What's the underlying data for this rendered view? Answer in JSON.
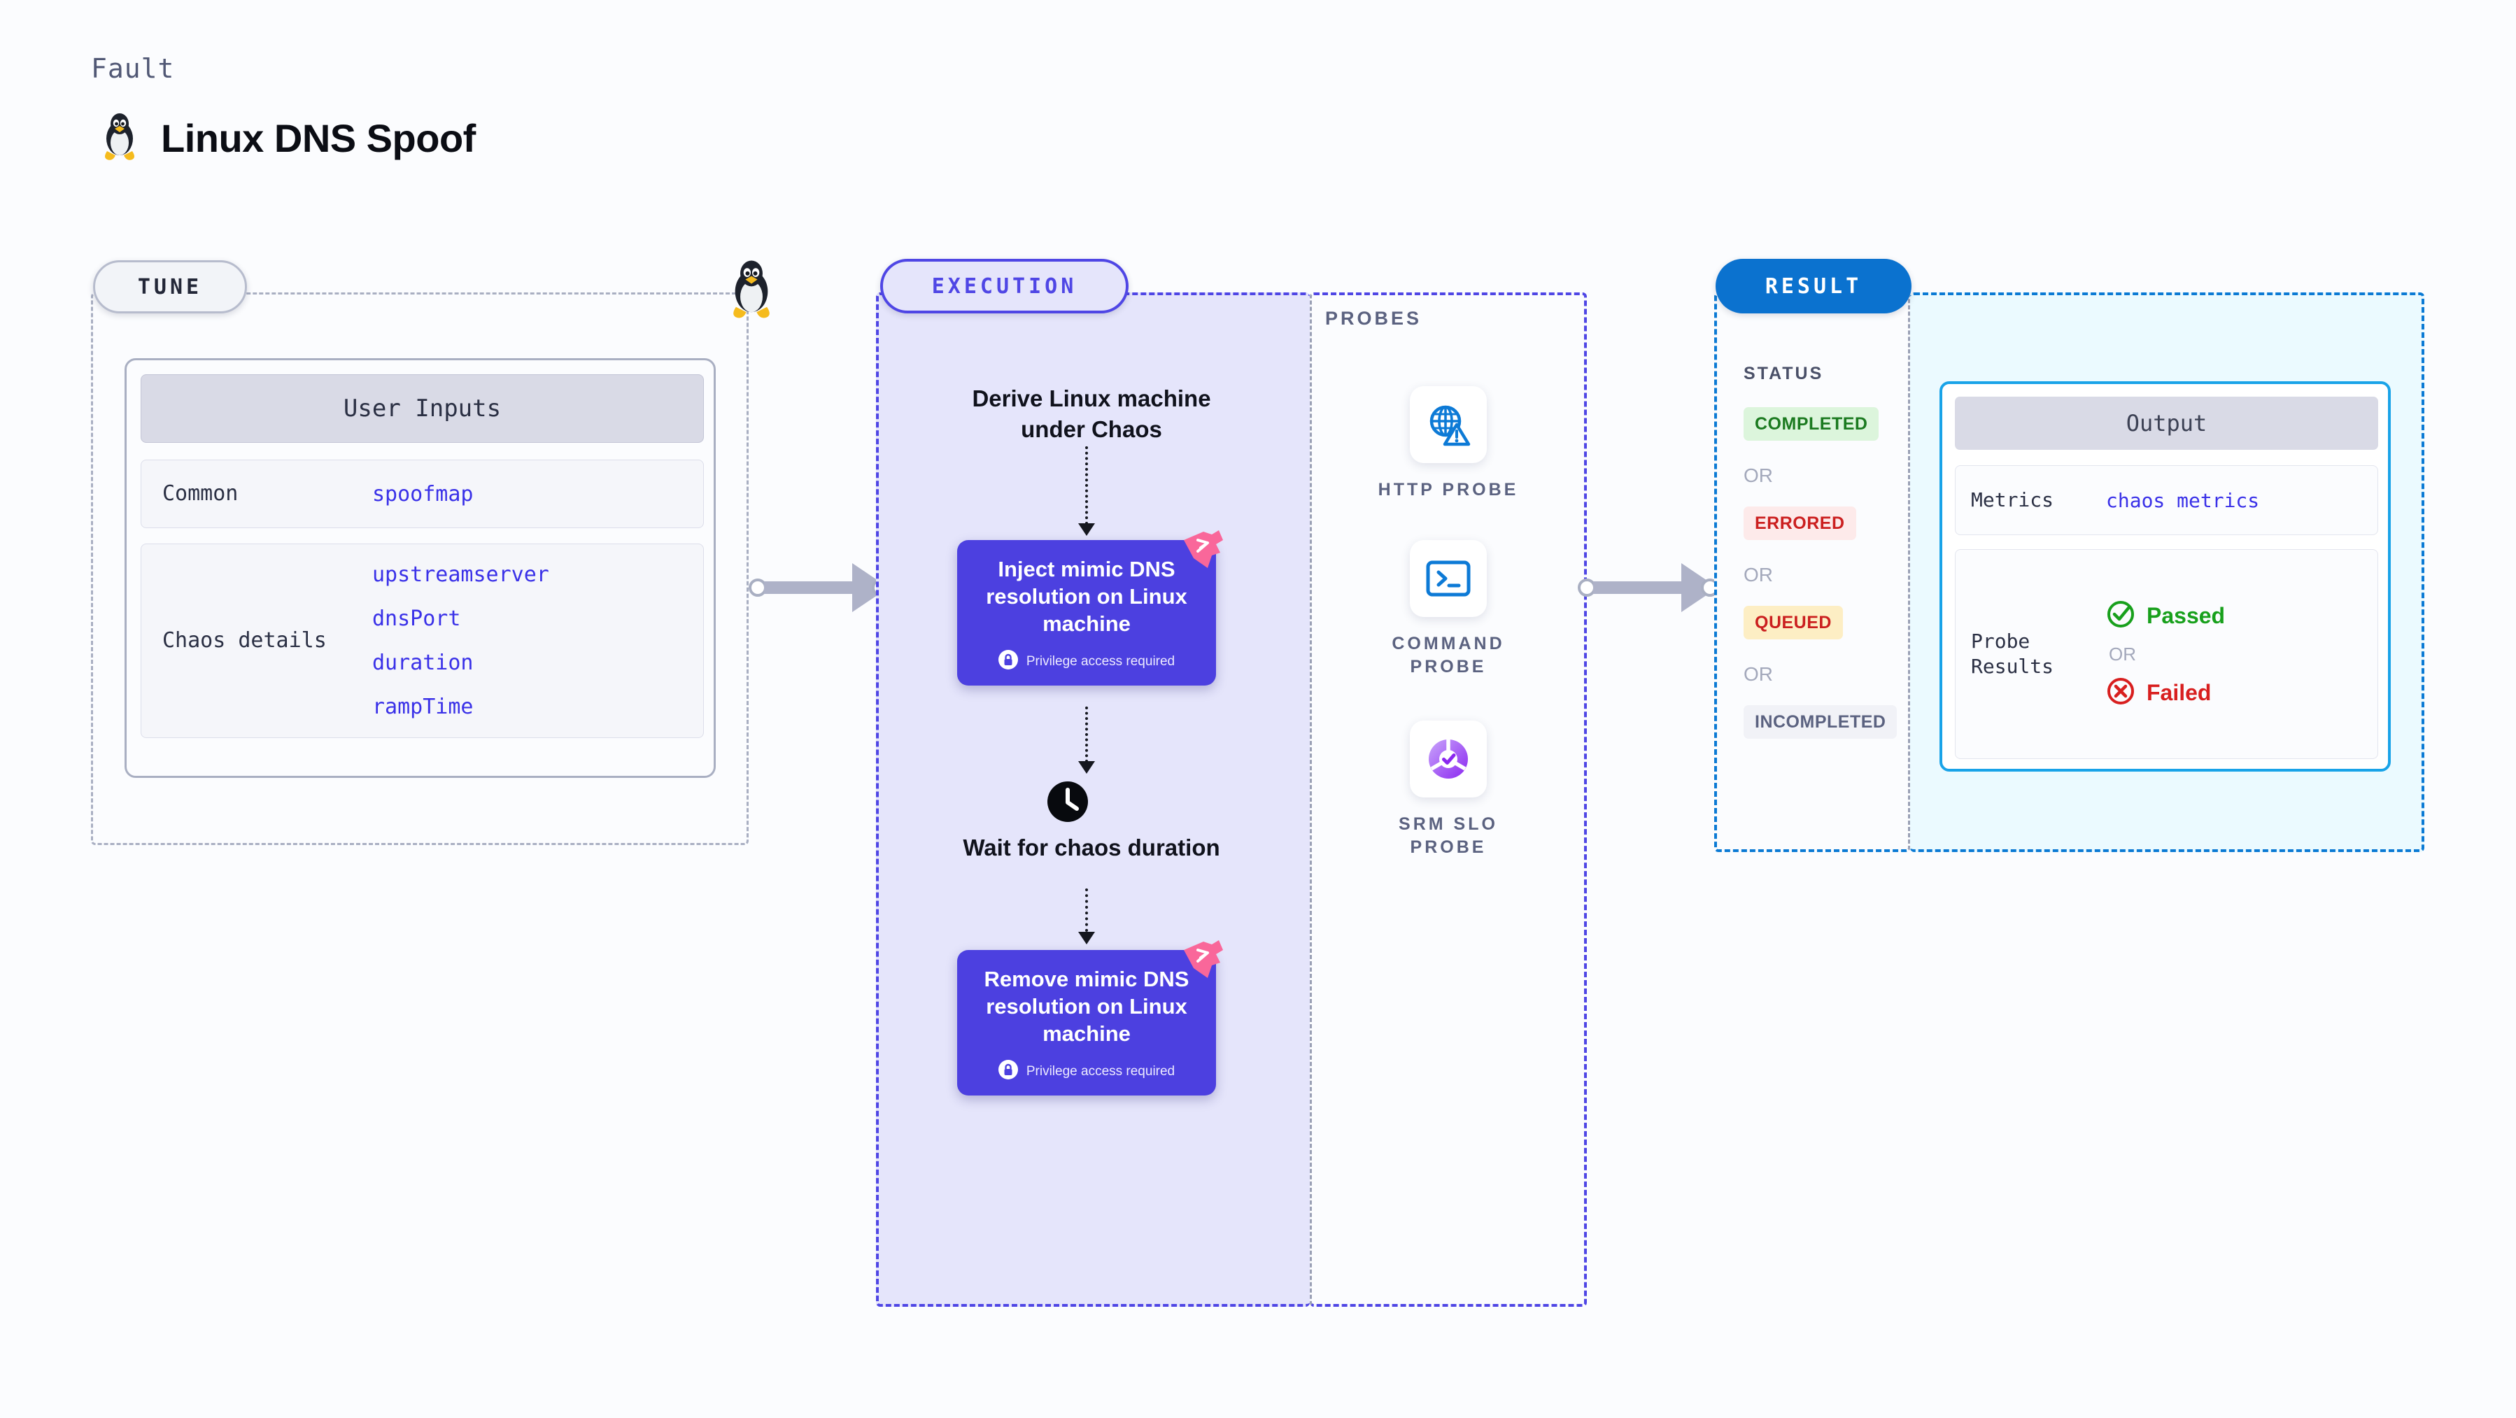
{
  "header": {
    "eyebrow": "Fault",
    "title": "Linux DNS Spoof",
    "icon": "linux-penguin-icon"
  },
  "tune": {
    "pill_label": "TUNE",
    "marker_icon": "linux-penguin-icon",
    "user_inputs": {
      "header": "User Inputs",
      "rows": [
        {
          "label": "Common",
          "values": [
            "spoofmap"
          ]
        },
        {
          "label": "Chaos details",
          "values": [
            "upstreamserver",
            "dnsPort",
            "duration",
            "rampTime"
          ]
        }
      ]
    }
  },
  "execution": {
    "pill_label": "EXECUTION",
    "derive_step": "Derive Linux machine under Chaos",
    "inject_node": {
      "title": "Inject mimic DNS resolution on Linux machine",
      "privilege_note": "Privilege access required",
      "privilege_icon": "lock-icon",
      "ribbon_icon": "fault-ribbon-icon"
    },
    "wait_step": {
      "label": "Wait for chaos duration",
      "icon": "clock-icon"
    },
    "remove_node": {
      "title": "Remove mimic DNS resolution on Linux machine",
      "privilege_note": "Privilege access required",
      "privilege_icon": "lock-icon",
      "ribbon_icon": "fault-ribbon-icon"
    }
  },
  "probes": {
    "label": "PROBES",
    "items": [
      {
        "name": "HTTP PROBE",
        "icon": "globe-warning-icon"
      },
      {
        "name": "COMMAND PROBE",
        "icon": "terminal-icon"
      },
      {
        "name": "SRM SLO PROBE",
        "icon": "slo-donut-check-icon"
      }
    ]
  },
  "result": {
    "pill_label": "RESULT",
    "status_label": "STATUS",
    "or_label": "OR",
    "statuses": [
      {
        "label": "COMPLETED",
        "bg": "#dcf5dc",
        "color": "#1b7a20"
      },
      {
        "label": "ERRORED",
        "bg": "#fdeaea",
        "color": "#cb1f1f"
      },
      {
        "label": "QUEUED",
        "bg": "#fdeec4",
        "color": "#cb1f1f"
      },
      {
        "label": "INCOMPLETED",
        "bg": "#f1f2f7",
        "color": "#5b6280"
      }
    ],
    "output": {
      "header": "Output",
      "metrics_label": "Metrics",
      "metrics_value": "chaos metrics",
      "probe_results_label": "Probe Results",
      "passed_label": "Passed",
      "failed_label": "Failed",
      "or_label": "OR",
      "passed_icon": "check-circle-icon",
      "failed_icon": "x-circle-icon"
    }
  },
  "colors": {
    "accent_purple": "#4c40e0",
    "accent_blue": "#0b72cf",
    "output_border": "#19a3e8",
    "value_text": "#3a31e8",
    "arrow_gray": "#aeb2c8",
    "ribbon_pink": "#f9679a"
  }
}
